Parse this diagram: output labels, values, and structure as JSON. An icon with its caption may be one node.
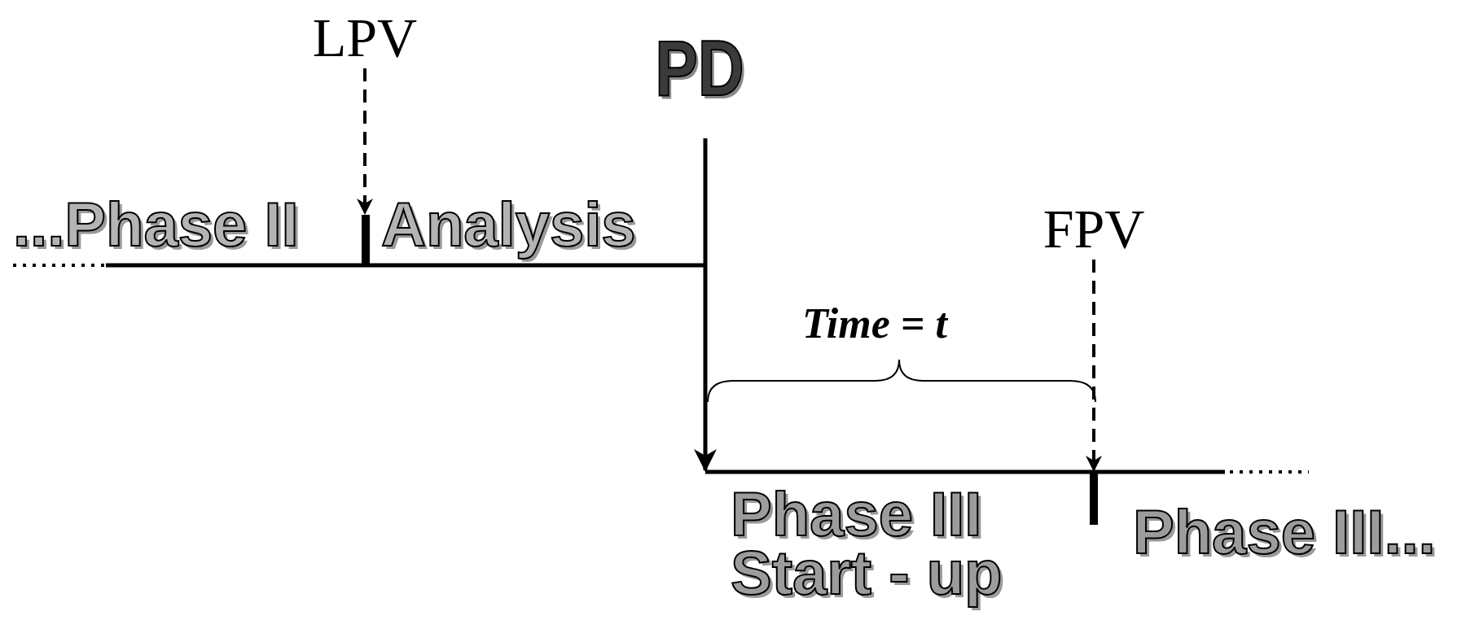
{
  "diagram": {
    "nodes": [
      {
        "text": [
          "LPV"
        ]
      },
      {
        "text": [
          "PD"
        ]
      },
      {
        "text": [
          "FPV"
        ]
      },
      {
        "text": [],
        "shape": "bar"
      },
      {
        "text": [],
        "shape": "bar"
      }
    ],
    "edges": [
      {
        "from": 0,
        "to": 3,
        "arrow": "to",
        "style": "dashed"
      },
      {
        "from": 1,
        "to": null,
        "arrow": "to"
      },
      {
        "from": 2,
        "to": 4,
        "arrow": "to",
        "style": "dashed"
      }
    ],
    "labels": [
      "...Phase II",
      "Analysis",
      "Time = t",
      "Phase III Start - up",
      "Phase III..."
    ]
  }
}
